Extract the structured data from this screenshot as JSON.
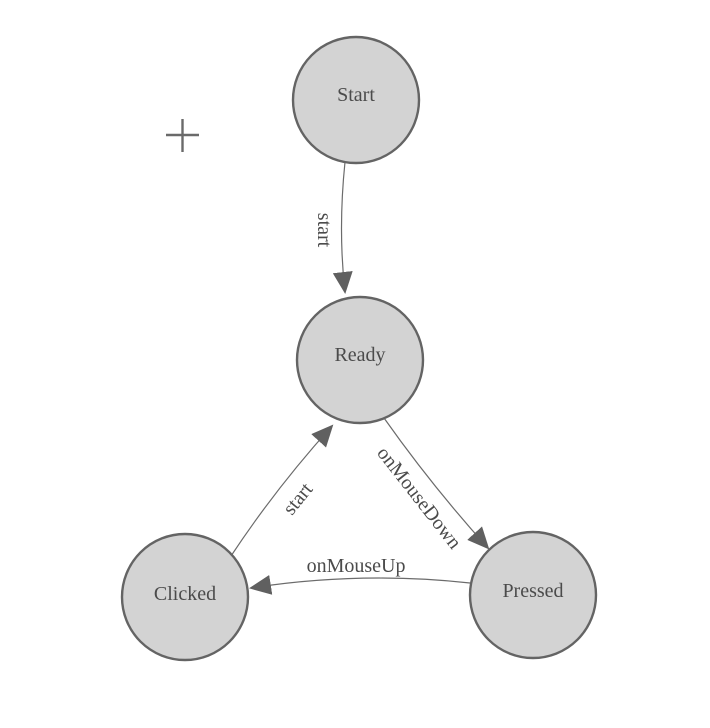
{
  "title": "Mouse state machine diagram",
  "colors": {
    "background": "#ffffff",
    "node_fill": "#d3d3d3",
    "node_stroke": "#646464",
    "edge_stroke": "#6b6b6b",
    "arrow_fill": "#606060",
    "label_text": "#4b4b4b",
    "plus_color": "#6a6a6a"
  },
  "icons": {
    "plus_marker": "+",
    "arrowhead": "▶"
  },
  "diagram": {
    "nodes": [
      {
        "id": "start",
        "label": "Start"
      },
      {
        "id": "ready",
        "label": "Ready"
      },
      {
        "id": "clicked",
        "label": "Clicked"
      },
      {
        "id": "pressed",
        "label": "Pressed"
      }
    ],
    "edges": [
      {
        "from": "start",
        "to": "ready",
        "label": "start"
      },
      {
        "from": "clicked",
        "to": "ready",
        "label": "start"
      },
      {
        "from": "ready",
        "to": "pressed",
        "label": "onMouseDown"
      },
      {
        "from": "pressed",
        "to": "clicked",
        "label": "onMouseUp"
      }
    ]
  }
}
